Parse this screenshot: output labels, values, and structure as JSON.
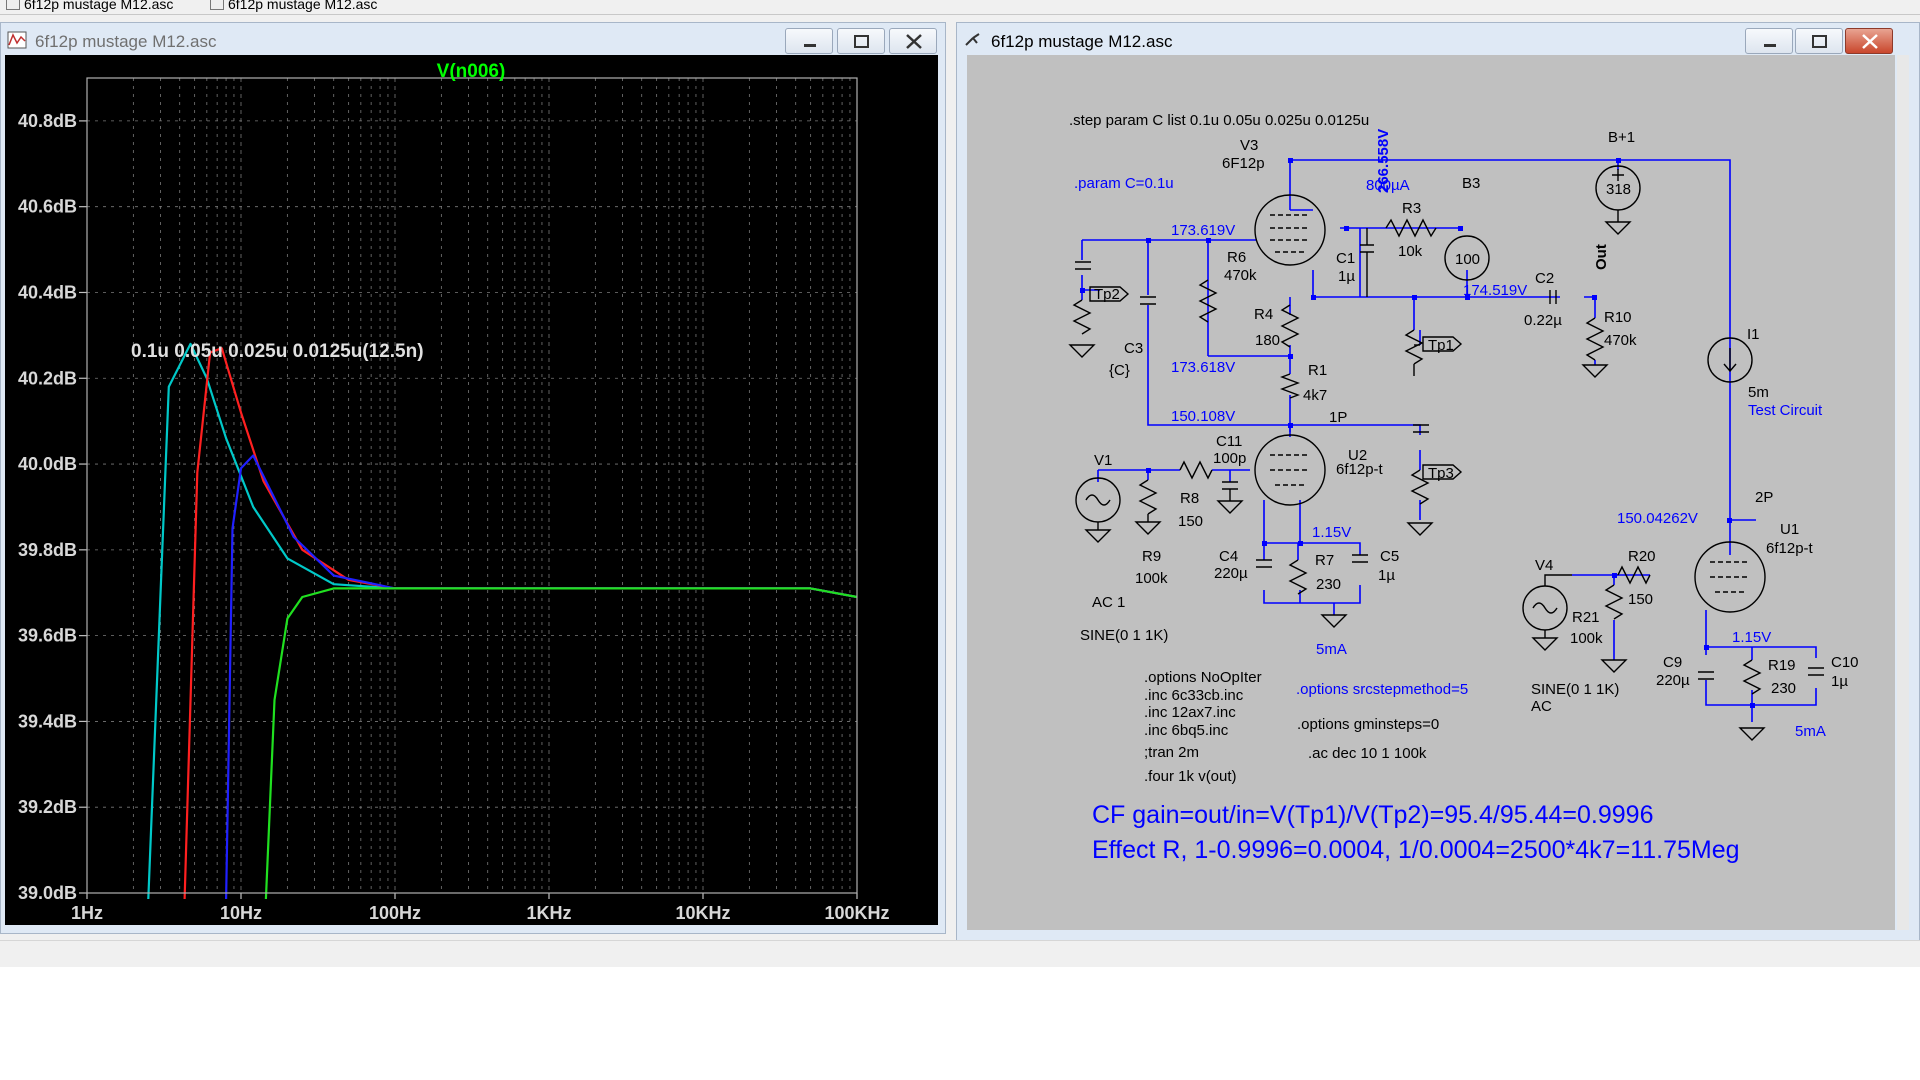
{
  "tabs": [
    {
      "label": "6f12p mustage M12.asc"
    },
    {
      "label": "6f12p mustage M12.asc"
    }
  ],
  "plot_window": {
    "title": "6f12p mustage M12.asc",
    "trace_label": "V(n006)",
    "step_annotation": "0.1u 0.05u 0.025u 0.0125u(12.5n)"
  },
  "schematic_window": {
    "title": "6f12p mustage M12.asc",
    "directive_step": ".step param C list 0.1u 0.05u 0.025u 0.0125u",
    "param_c": ".param C=0.1u",
    "labels": {
      "v3": "V3",
      "v3_model": "6F12p",
      "v_gk": "266.558V",
      "i_800": "800µA",
      "b3": "B3",
      "bplus": "B+1",
      "v_173_619": "173.619V",
      "r6": "R6",
      "r6_val": "470k",
      "c1": "C1",
      "c1_val": "1µ",
      "r3": "R3",
      "r3_val": "10k",
      "b3_val": "100",
      "v_174_519": "174.519V",
      "c2": "C2",
      "c2_val": "0.22µ",
      "out": "Out",
      "r10": "R10",
      "r10_val": "470k",
      "bplus_val": "318",
      "tp2": "Tp2",
      "tp1": "Tp1",
      "tp3": "Tp3",
      "r4": "R4",
      "r4_val": "180",
      "c3": "C3",
      "c3_val": "{C}",
      "v_173_618": "173.618V",
      "r1": "R1",
      "r1_val": "4k7",
      "v_150_108": "150.108V",
      "p1": "1P",
      "i1": "I1",
      "i1_val": "5m",
      "test_circuit": "Test Circuit",
      "c11": "C11",
      "c11_val": "100p",
      "u2": "U2",
      "u2_model": "6f12p-t",
      "v1": "V1",
      "r8": "R8",
      "r8_val": "150",
      "r9": "R9",
      "r9_val": "100k",
      "ac1": "AC 1",
      "sine1": "SINE(0 1 1K)",
      "c4": "C4",
      "c4_val": "220µ",
      "r7": "R7",
      "r7_val": "230",
      "v_1_15": "1.15V",
      "c5": "C5",
      "c5_val": "1µ",
      "i_5ma": "5mA",
      "v_150_042": "150.04262V",
      "p2": "2P",
      "u1": "U1",
      "u1_model": "6f12p-t",
      "v4": "V4",
      "r20": "R20",
      "r20_val": "150",
      "r21": "R21",
      "r21_val": "100k",
      "sine4": "SINE(0 1 1K)",
      "ac4": "AC",
      "c9": "C9",
      "c9_val": "220µ",
      "r19": "R19",
      "r19_val": "230",
      "v_1_15b": "1.15V",
      "c10": "C10",
      "c10_val": "1µ",
      "i_5mab": "5mA"
    },
    "directives_left": [
      ".options NoOpIter",
      ".inc 6c33cb.inc",
      ".inc 12ax7.inc",
      ".inc 6bq5.inc",
      ";tran 2m",
      ".four 1k v(out)"
    ],
    "directives_right": [
      ".options srcstepmethod=5",
      ".options gminsteps=0",
      ".ac dec 10 1 100k"
    ],
    "note_line1": "CF gain=out/in=V(Tp1)/V(Tp2)=95.4/95.44=0.9996",
    "note_line2": "Effect R, 1-0.9996=0.0004, 1/0.0004=2500*4k7=11.75Meg"
  },
  "colors": {
    "plot_bg": "#000000",
    "trace_label": "#00ff00",
    "schem_bg": "#c0c0c0",
    "wire": "#0000ff",
    "series": [
      "#00c8c8",
      "#ff2020",
      "#2020ff",
      "#20e020"
    ]
  },
  "chart_data": {
    "type": "line",
    "title": "V(n006)",
    "xlabel": "",
    "ylabel": "",
    "x_scale": "log",
    "xlim": [
      1,
      100000
    ],
    "ylim": [
      39.0,
      40.9
    ],
    "x_ticks": [
      "1Hz",
      "10Hz",
      "100Hz",
      "1KHz",
      "10KHz",
      "100KHz"
    ],
    "y_ticks": [
      "39.0dB",
      "39.2dB",
      "39.4dB",
      "39.6dB",
      "39.8dB",
      "40.0dB",
      "40.2dB",
      "40.4dB",
      "40.6dB",
      "40.8dB"
    ],
    "grid": true,
    "series": [
      {
        "color": "#00c8c8",
        "points": [
          [
            2.5,
            38.9
          ],
          [
            3.4,
            40.18
          ],
          [
            4.7,
            40.28
          ],
          [
            6,
            40.2
          ],
          [
            8,
            40.06
          ],
          [
            12,
            39.9
          ],
          [
            20,
            39.78
          ],
          [
            40,
            39.72
          ],
          [
            100,
            39.71
          ],
          [
            50000,
            39.71
          ],
          [
            100000,
            39.69
          ]
        ]
      },
      {
        "color": "#ff2020",
        "points": [
          [
            4.3,
            38.9
          ],
          [
            5.2,
            39.98
          ],
          [
            6.3,
            40.26
          ],
          [
            7.5,
            40.27
          ],
          [
            10,
            40.12
          ],
          [
            14,
            39.96
          ],
          [
            25,
            39.8
          ],
          [
            50,
            39.73
          ],
          [
            100,
            39.71
          ],
          [
            50000,
            39.71
          ],
          [
            100000,
            39.69
          ]
        ]
      },
      {
        "color": "#2020ff",
        "points": [
          [
            8,
            38.9
          ],
          [
            8.8,
            39.85
          ],
          [
            10,
            39.99
          ],
          [
            12,
            40.02
          ],
          [
            15,
            39.95
          ],
          [
            22,
            39.83
          ],
          [
            40,
            39.74
          ],
          [
            100,
            39.71
          ],
          [
            50000,
            39.71
          ],
          [
            100000,
            39.69
          ]
        ]
      },
      {
        "color": "#20e020",
        "points": [
          [
            14.5,
            38.9
          ],
          [
            16.5,
            39.45
          ],
          [
            20,
            39.64
          ],
          [
            25,
            39.69
          ],
          [
            40,
            39.71
          ],
          [
            100,
            39.71
          ],
          [
            50000,
            39.71
          ],
          [
            100000,
            39.69
          ]
        ]
      }
    ]
  }
}
